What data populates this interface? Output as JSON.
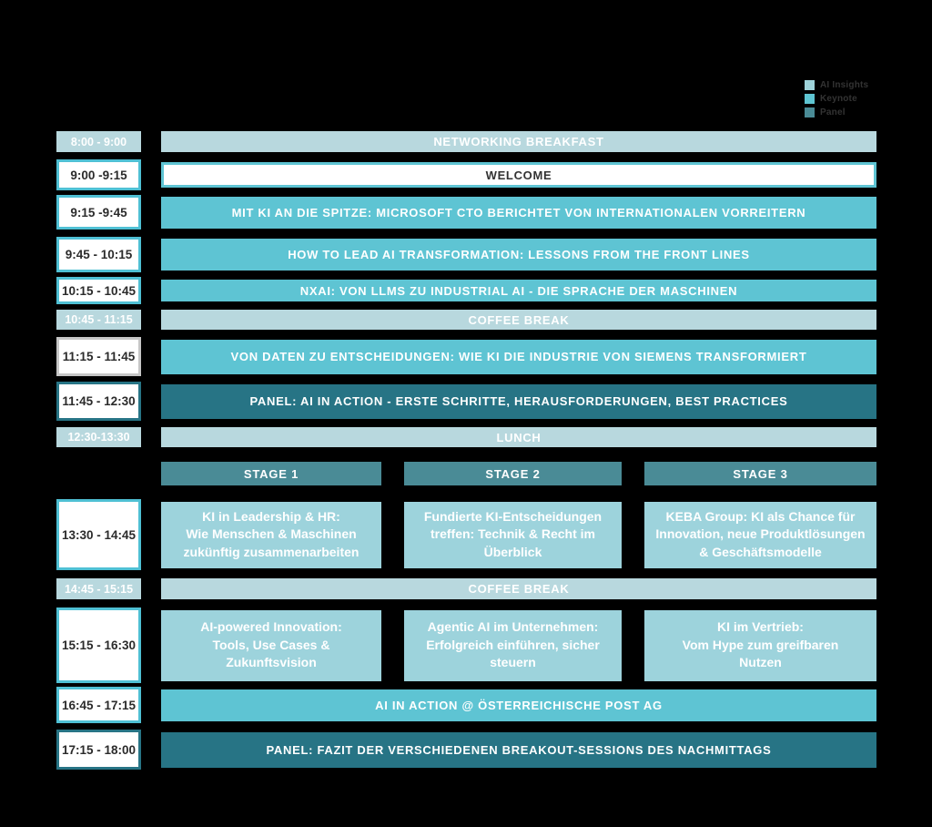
{
  "colors": {
    "bg": "#000000",
    "break": "#b8d8de",
    "keynote": "#5ec4d3",
    "panel": "#277485",
    "stageHead": "#4a8b96",
    "session": "#9dd3dc",
    "timeBorderTeal": "#4fc0d4",
    "timeBorderGray": "#c6c6c6",
    "timeText": "#2b2b2b",
    "legendText": "#333333"
  },
  "legend": {
    "items": [
      {
        "label": "AI Insights",
        "color": "#9ed3da"
      },
      {
        "label": "Keynote",
        "color": "#5ec5d2"
      },
      {
        "label": "Panel",
        "color": "#4a8b96"
      }
    ]
  },
  "schedule": {
    "rows": [
      {
        "kind": "break",
        "time": "8:00 - 9:00",
        "timeStyle": "filled",
        "label": "NETWORKING BREAKFAST",
        "h": 23,
        "gap": 8
      },
      {
        "kind": "welcome",
        "time": "9:00 -9:15",
        "timeStyle": "teal",
        "label": "WELCOME",
        "h": 34,
        "barH": 28,
        "gap": 5
      },
      {
        "kind": "keynote",
        "time": "9:15 -9:45",
        "timeStyle": "teal",
        "label": "MIT KI AN DIE SPITZE: MICROSOFT CTO BERICHTET VON INTERNATIONALEN VORREITERN",
        "h": 38,
        "barH": 35,
        "gap": 8
      },
      {
        "kind": "keynote",
        "time": "9:45 - 10:15",
        "timeStyle": "teal",
        "label": "HOW TO LEAD AI TRANSFORMATION: LESSONS FROM THE FRONT LINES",
        "h": 39,
        "barH": 35,
        "gap": 5
      },
      {
        "kind": "keynote",
        "time": "10:15 - 10:45",
        "timeStyle": "teal",
        "label": "NXAI: VON LLMS ZU INDUSTRIAL AI - DIE SPRACHE DER MASCHINEN",
        "h": 30,
        "barH": 24,
        "gap": 6
      },
      {
        "kind": "break",
        "time": "10:45 - 11:15",
        "timeStyle": "filled",
        "label": "COFFEE BREAK",
        "h": 22,
        "gap": 8
      },
      {
        "kind": "keynote",
        "time": "11:15 - 11:45",
        "timeStyle": "gray",
        "label": "VON DATEN ZU ENTSCHEIDUNGEN: WIE KI DIE INDUSTRIE VON SIEMENS TRANSFORMIERT",
        "h": 43,
        "barH": 38,
        "gap": 6
      },
      {
        "kind": "panel",
        "time": "11:45 - 12:30",
        "timeStyle": "dark",
        "label": "PANEL: AI IN ACTION - ERSTE SCHRITTE, HERAUSFORDERUNGEN, BEST PRACTICES",
        "h": 43,
        "barH": 38,
        "gap": 7
      },
      {
        "kind": "break",
        "time": "12:30-13:30",
        "timeStyle": "filled",
        "label": "LUNCH",
        "h": 22,
        "gap": 16
      },
      {
        "kind": "headers",
        "cells": [
          "STAGE 1",
          "STAGE 2",
          "STAGE 3"
        ],
        "h": 26,
        "gap": 15
      },
      {
        "kind": "stages",
        "time": "13:30 - 14:45",
        "timeStyle": "teal",
        "h": 78,
        "barH": 73,
        "gap": 9,
        "cells": [
          [
            "KI in Leadership & HR:",
            "Wie Menschen & Maschinen",
            "zukünftig zusammenarbeiten"
          ],
          [
            "Fundierte KI-Entscheidungen",
            "treffen: Technik & Recht im",
            "Überblick"
          ],
          [
            "KEBA Group: KI als Chance für",
            "Innovation, neue Produktlösungen",
            "& Geschäftsmodelle"
          ]
        ]
      },
      {
        "kind": "break",
        "time": "14:45 - 15:15",
        "timeStyle": "filled",
        "label": "COFFEE BREAK",
        "h": 23,
        "gap": 9
      },
      {
        "kind": "stages",
        "time": "15:15 - 16:30",
        "timeStyle": "teal",
        "h": 83,
        "barH": 78,
        "gap": 4,
        "cells": [
          [
            "AI-powered Innovation:",
            "Tools, Use Cases &",
            "Zukunftsvision"
          ],
          [
            "Agentic AI im Unternehmen:",
            "Erfolgreich einführen, sicher",
            "steuern"
          ],
          [
            "KI im Vertrieb:",
            "Vom Hype zum greifbaren",
            "Nutzen"
          ]
        ]
      },
      {
        "kind": "keynote",
        "time": "16:45 - 17:15",
        "timeStyle": "teal",
        "label": "AI IN ACTION @ ÖSTERREICHISCHE POST AG",
        "h": 40,
        "barH": 35,
        "gap": 7
      },
      {
        "kind": "panel",
        "time": "17:15 - 18:00",
        "timeStyle": "dark",
        "label": "PANEL: FAZIT DER VERSCHIEDENEN BREAKOUT-SESSIONS DES NACHMITTAGS",
        "h": 44,
        "barH": 39,
        "gap": 0
      }
    ]
  }
}
